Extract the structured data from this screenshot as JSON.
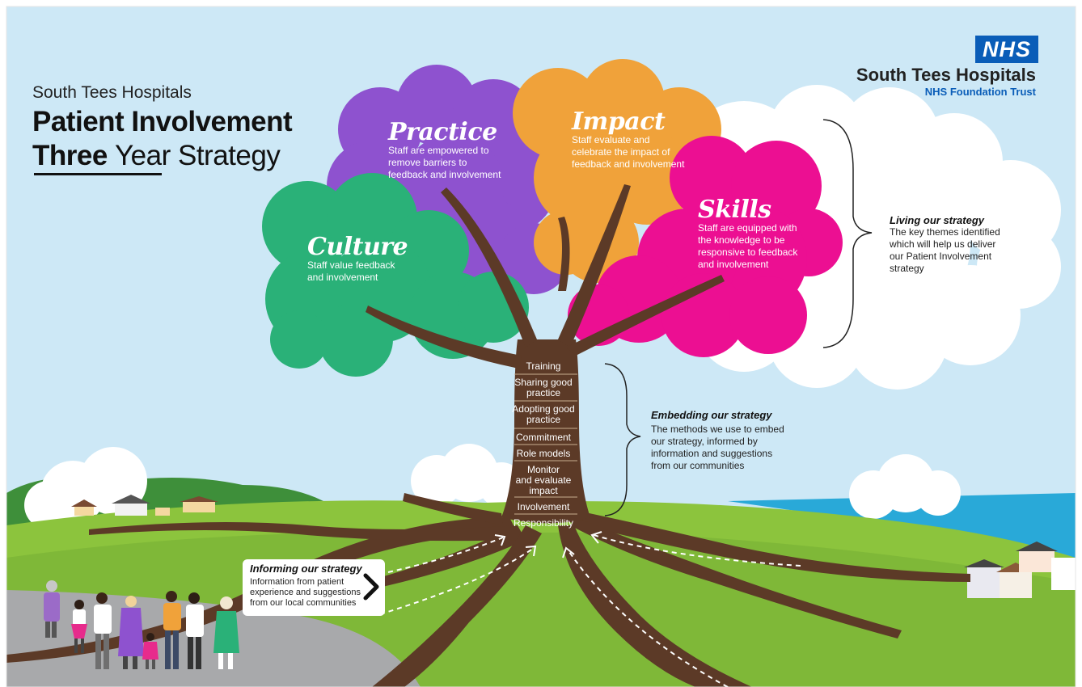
{
  "header": {
    "organisation": "South Tees Hospitals",
    "title_line1": "Patient Involvement",
    "title_line2_bold": "Three",
    "title_line2_rest": "Year Strategy"
  },
  "brand": {
    "logo_text": "NHS",
    "name": "South Tees Hospitals",
    "subtitle": "NHS Foundation Trust"
  },
  "themes": [
    {
      "name": "Practice",
      "description": [
        "Staff are empowered to",
        "remove barriers to",
        "feedback and involvement"
      ],
      "color": "#8e52cf"
    },
    {
      "name": "Impact",
      "description": [
        "Staff evaluate and",
        "celebrate the impact of",
        "feedback and involvement"
      ],
      "color": "#f0a23a"
    },
    {
      "name": "Skills",
      "description": [
        "Staff are equipped with",
        "the knowledge to be",
        "responsive to  feedback",
        "and involvement"
      ],
      "color": "#ec0f92"
    },
    {
      "name": "Culture",
      "description": [
        "Staff value feedback",
        "and involvement"
      ],
      "color": "#2ab178"
    }
  ],
  "living": {
    "title": "Living our strategy",
    "body": [
      "The key themes identified",
      "which will help us deliver",
      "our Patient Involvement",
      "strategy"
    ]
  },
  "embedding": {
    "title": "Embedding our strategy",
    "body": [
      "The methods we use to embed",
      "our strategy, informed by",
      "information and suggestions",
      "from our communities"
    ]
  },
  "methods": [
    [
      "Training"
    ],
    [
      "Sharing good",
      "practice"
    ],
    [
      "Adopting good",
      "practice"
    ],
    [
      "Commitment"
    ],
    [
      "Role models"
    ],
    [
      "Monitor",
      "and evaluate",
      "impact"
    ],
    [
      "Involvement"
    ],
    [
      "Responsibility"
    ]
  ],
  "informing": {
    "title": "Informing our strategy",
    "body": [
      "Information from patient",
      "experience and suggestions",
      "from our local communities"
    ]
  },
  "colors": {
    "sky": "#cde8f6",
    "grass": "#8cc43d",
    "trunk": "#5c3a27",
    "nhs_blue": "#0a5db8"
  }
}
